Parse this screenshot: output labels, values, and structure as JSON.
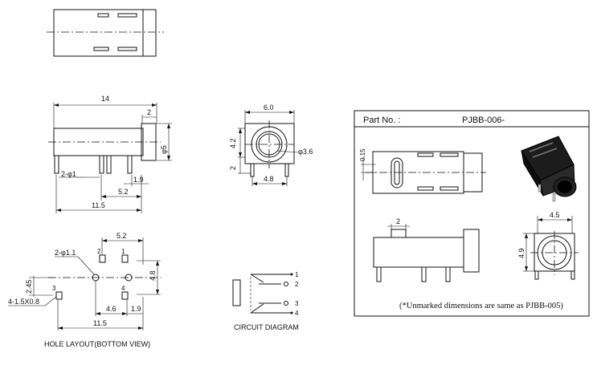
{
  "side_view": {
    "dim_length": "14",
    "dim_head": "2",
    "dim_height": "φ5",
    "dim_pin_dia": "2-φ1",
    "dim_pin_pitch": "1.9",
    "dim_pins_52": "5.2",
    "dim_overall": "11.5"
  },
  "front_view": {
    "dim_width": "6.0",
    "dim_h42": "4.2",
    "dim_h2": "2",
    "dim_bore": "φ3.6",
    "dim_48": "4.8"
  },
  "hole_layout": {
    "caption": "HOLE LAYOUT(BOTTOM VIEW)",
    "dim_52": "5.2",
    "dim_holes": "2-φ1.1",
    "dim_slots": "4-1.5X0.8",
    "dim_245": "2.45",
    "dim_48": "4.8",
    "dim_46": "4.6",
    "dim_19": "1.9",
    "dim_115": "11.5",
    "pin_labels": [
      "2",
      "1",
      "3",
      "4"
    ]
  },
  "circuit": {
    "caption": "CIRCUIT DIAGRAM",
    "pin_labels": [
      "1",
      "2",
      "3",
      "4"
    ]
  },
  "variant_box": {
    "part_label": "Part No. :",
    "part_value": "PJBB-006-",
    "dim_015": "0.15",
    "dim_2": "2",
    "dim_45": "4.5",
    "dim_49": "4.9",
    "note": "(*Unmarked dimensions are same as PJBB-005)"
  }
}
